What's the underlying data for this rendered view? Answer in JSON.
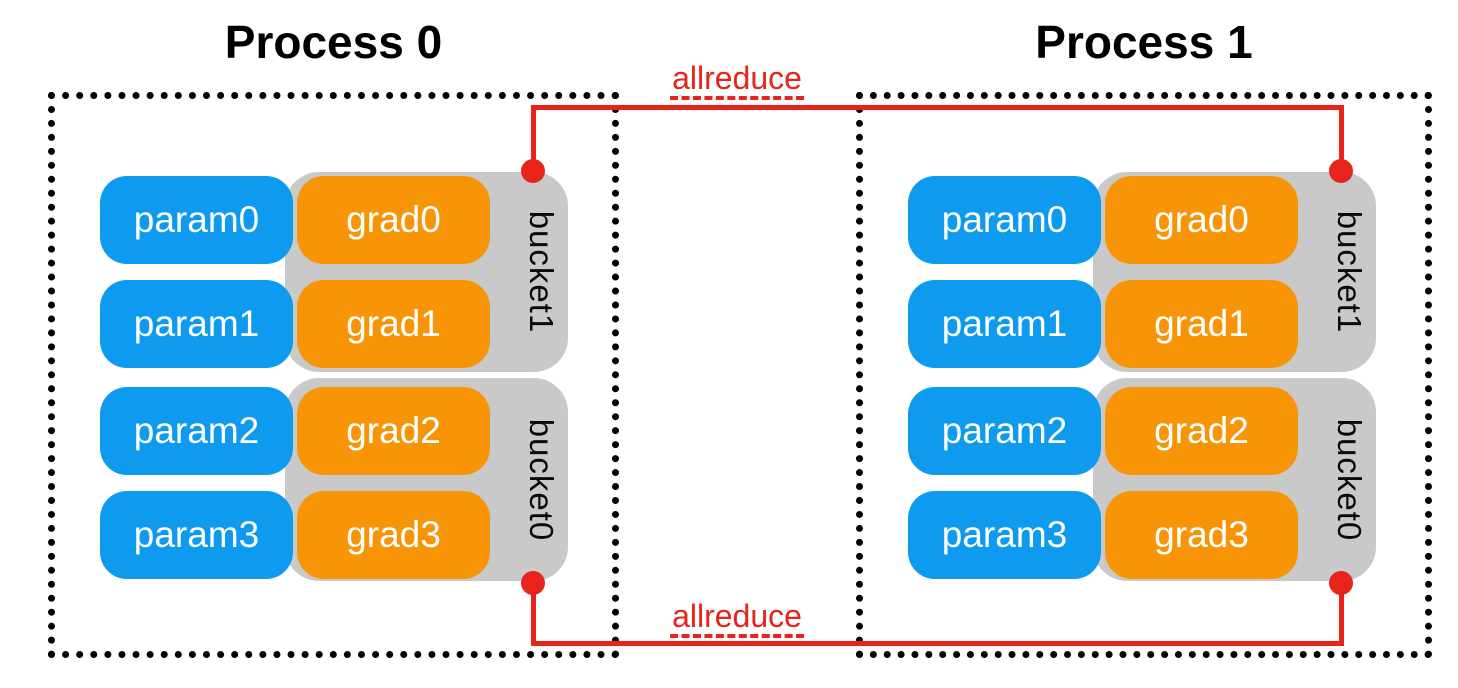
{
  "colors": {
    "param_blue": "#0D9AEF",
    "grad_orange": "#F89506",
    "bucket_gray": "#C9C9C9",
    "connector_red": "#E8231A",
    "border_black": "#000000",
    "block_text_white": "#FFFFFF"
  },
  "processes": [
    {
      "title": "Process 0",
      "params": [
        "param0",
        "param1",
        "param2",
        "param3"
      ],
      "grads": [
        "grad0",
        "grad1",
        "grad2",
        "grad3"
      ],
      "buckets": [
        {
          "label": "bucket1"
        },
        {
          "label": "bucket0"
        }
      ]
    },
    {
      "title": "Process 1",
      "params": [
        "param0",
        "param1",
        "param2",
        "param3"
      ],
      "grads": [
        "grad0",
        "grad1",
        "grad2",
        "grad3"
      ],
      "buckets": [
        {
          "label": "bucket1"
        },
        {
          "label": "bucket0"
        }
      ]
    }
  ],
  "connections": {
    "top": {
      "label": "allreduce"
    },
    "bottom": {
      "label": "allreduce"
    }
  }
}
